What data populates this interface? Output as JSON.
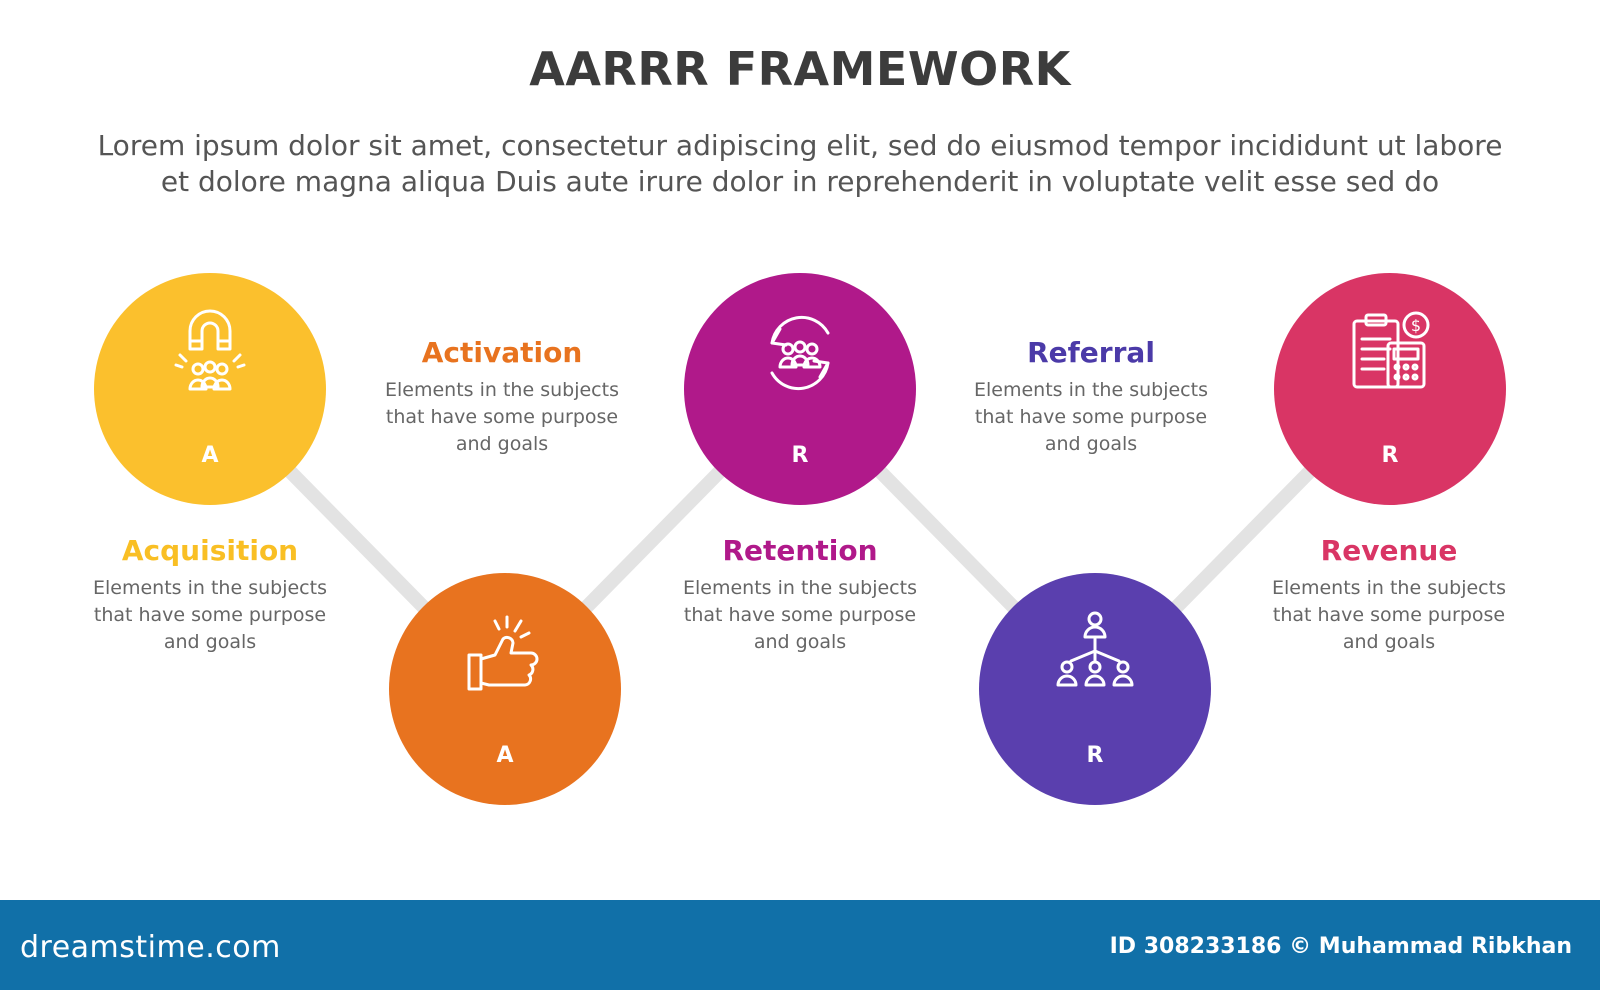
{
  "title": "AARRR FRAMEWORK",
  "subtitle_lines": [
    "Lorem ipsum dolor sit amet, consectetur adipiscing elit, sed do eiusmod tempor incididunt ut labore",
    "et dolore magna aliqua Duis aute irure dolor in reprehenderit in voluptate velit esse sed do"
  ],
  "stages": [
    {
      "name": "Acquisition",
      "letter": "A",
      "color": "#fbc02d",
      "title_color": "#f9bf24",
      "icon": "magnet-people-icon",
      "desc": [
        "Elements in the subjects",
        "that have  some purpose",
        "and goals"
      ]
    },
    {
      "name": "Activation",
      "letter": "A",
      "color": "#e8731f",
      "title_color": "#e8731f",
      "icon": "thumbs-up-icon",
      "desc": [
        "Elements in the subjects",
        "that have  some purpose",
        "and goals"
      ]
    },
    {
      "name": "Retention",
      "letter": "R",
      "color": "#b0198a",
      "title_color": "#b0198a",
      "icon": "people-cycle-icon",
      "desc": [
        "Elements in the subjects",
        "that have  some purpose",
        "and goals"
      ]
    },
    {
      "name": "Referral",
      "letter": "R",
      "color": "#5a3fae",
      "title_color": "#4b3aa8",
      "icon": "referral-network-icon",
      "desc": [
        "Elements in the subjects",
        "that have  some purpose",
        "and goals"
      ]
    },
    {
      "name": "Revenue",
      "letter": "R",
      "color": "#d93565",
      "title_color": "#d93565",
      "icon": "invoice-calculator-icon",
      "desc": [
        "Elements in the subjects",
        "that have  some purpose",
        "and goals"
      ]
    }
  ],
  "footer": {
    "logo": "dreamstime.com",
    "credit": "ID 308233186 © Muhammad Ribkhan"
  }
}
